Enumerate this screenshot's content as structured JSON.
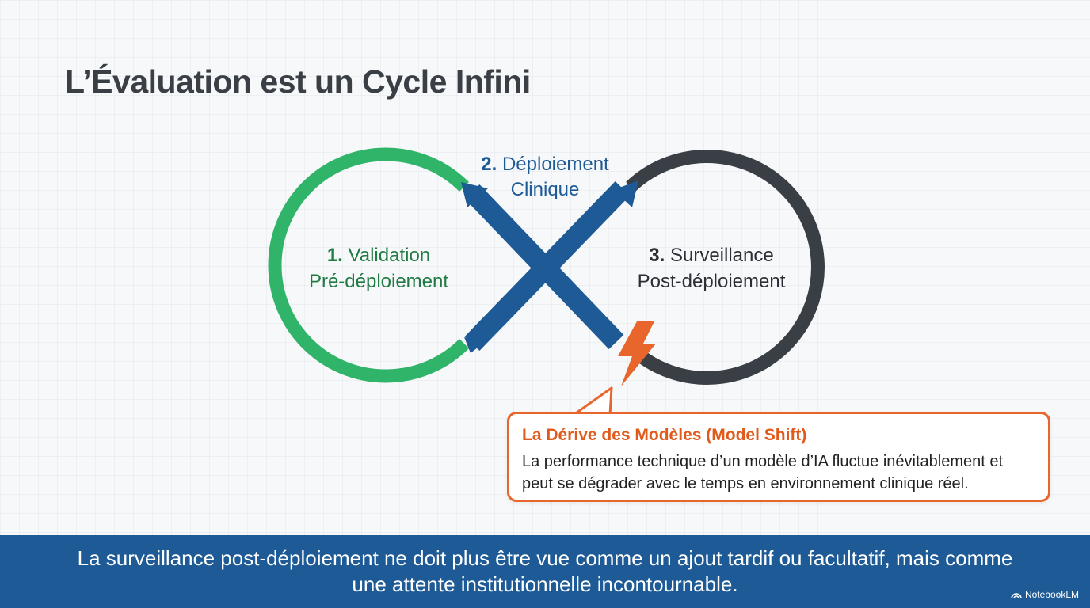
{
  "title": "L’Évaluation est un Cycle Infini",
  "diagram": {
    "left_loop": {
      "number": "1.",
      "line1": "Validation",
      "line2": "Pré-déploiement",
      "color": "#2fb46a"
    },
    "crossing": {
      "number": "2.",
      "line1": "Déploiement",
      "line2": "Clinique",
      "color": "#1d5a96"
    },
    "right_loop": {
      "number": "3.",
      "line1": "Surveillance",
      "line2": "Post-déploiement",
      "color": "#3a3f46"
    },
    "alert_icon": "lightning-bolt-icon",
    "alert_color": "#e8652b"
  },
  "callout": {
    "title": "La Dérive des Modèles (Model Shift)",
    "text": "La performance technique d’un modèle d’IA fluctue inévitablement et peut se dégrader avec le temps en environnement clinique réel."
  },
  "banner": {
    "text": "La surveillance post-déploiement ne doit plus être vue comme un ajout tardif ou facultatif, mais comme une attente institutionnelle incontournable.",
    "color": "#1d5a96"
  },
  "brand": {
    "icon": "notebooklm-logo-icon",
    "label": "NotebookLM"
  }
}
